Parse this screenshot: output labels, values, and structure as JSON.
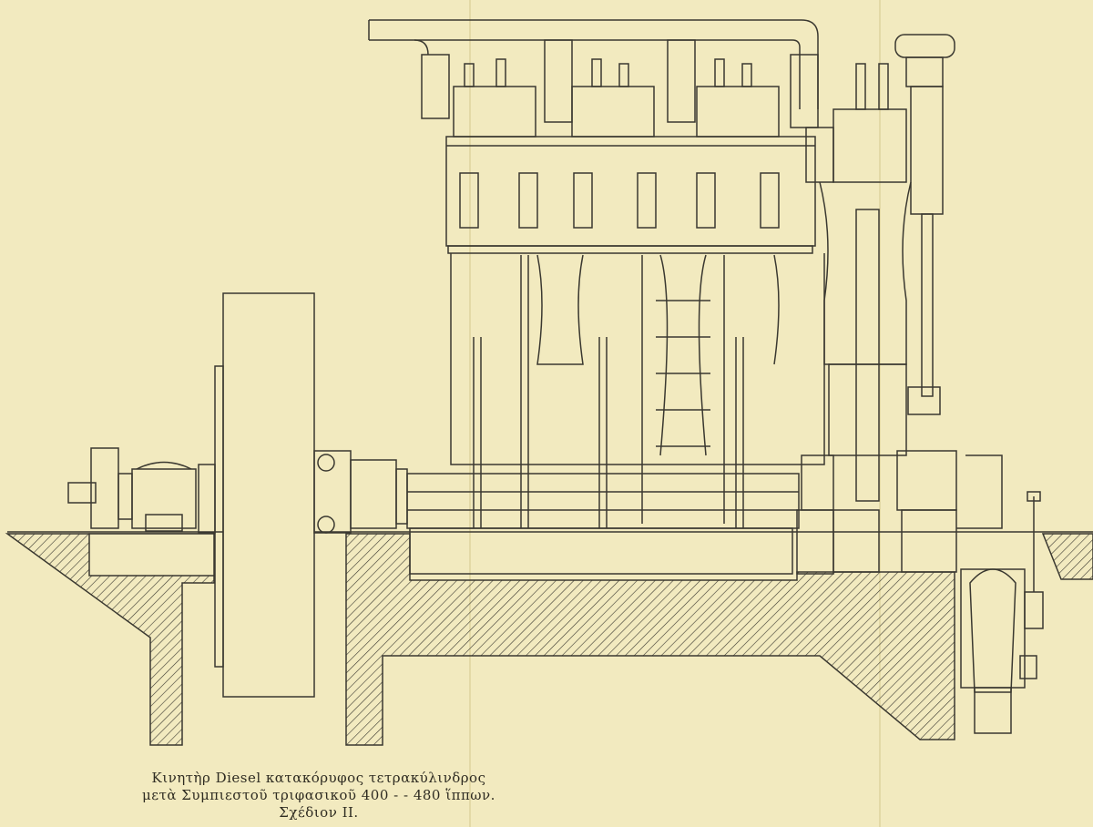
{
  "caption": {
    "line1": "Κινητὴρ Diesel κατακόρυφος τετρακύλινδρος",
    "line2": "μετὰ Συμπιεστοῦ τριφασικοῦ 400 - - 480 ἵππων.",
    "line3": "Σχέδιον II."
  },
  "colors": {
    "paper": "#f2eabf",
    "ink": "#3a3830"
  }
}
